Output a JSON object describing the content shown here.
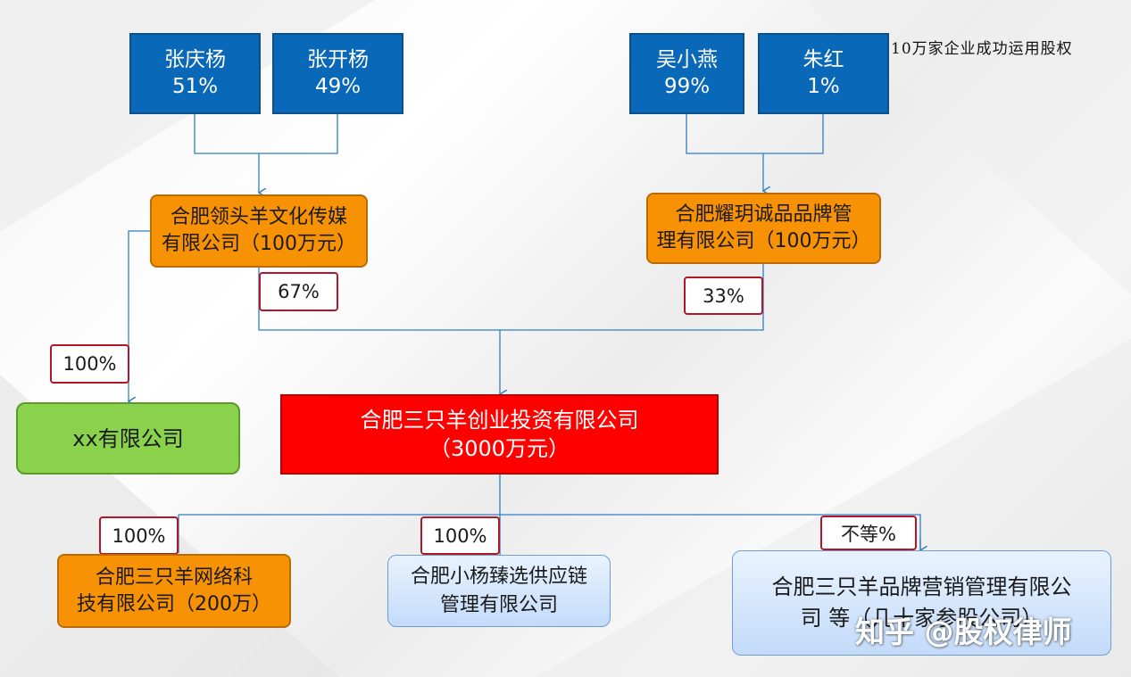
{
  "caption": "10万家企业成功运用股权",
  "shareholders": [
    {
      "name": "张庆杨",
      "pct": "51%"
    },
    {
      "name": "张开杨",
      "pct": "49%"
    },
    {
      "name": "吴小燕",
      "pct": "99%"
    },
    {
      "name": "朱红",
      "pct": "1%"
    }
  ],
  "holding_left": {
    "line1": "合肥领头羊文化传媒",
    "line2": "有限公司（100万元）"
  },
  "holding_right": {
    "line1": "合肥耀玥诚品品牌管",
    "line2": "理有限公司（100万元）"
  },
  "labels": {
    "left_to_main": "67%",
    "right_to_main": "33%",
    "left_to_xx": "100%",
    "main_to_network": "100%",
    "main_to_supply": "100%",
    "main_to_brand": "不等%"
  },
  "xx_company": "xx有限公司",
  "main_company": {
    "line1": "合肥三只羊创业投资有限公司",
    "line2": "（3000万元）"
  },
  "subsidiaries": {
    "network": {
      "line1": "合肥三只羊网络科",
      "line2": "技有限公司（200万）"
    },
    "supply": {
      "line1": "合肥小杨臻选供应链",
      "line2": "管理有限公司"
    },
    "brand": {
      "line1": "合肥三只羊品牌营销管理有限公",
      "line2": "司 等（几十家参股公司）"
    }
  },
  "watermark": "知乎 @股权律师",
  "colors": {
    "person_blue": "#0a68b8",
    "holding_orange": "#f79205",
    "main_red": "#ff0000",
    "xx_green": "#8bd24c",
    "sub_light_blue": "#c3dbfa",
    "connector": "#2f7fc4",
    "pct_border": "#b0182a"
  }
}
